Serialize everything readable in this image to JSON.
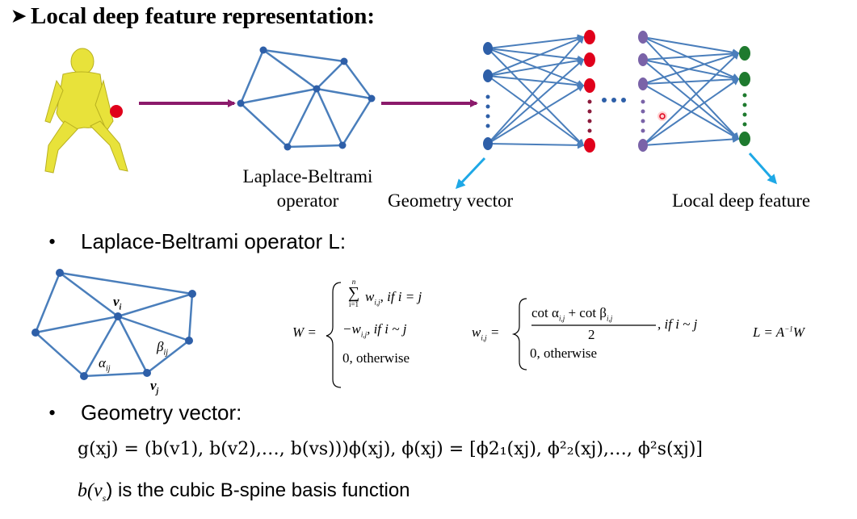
{
  "heading": "Local deep feature representation:",
  "top_diagram": {
    "laplace_caption_line1": "Laplace-Beltrami",
    "laplace_caption_line2": "operator",
    "geometry_vector_caption": "Geometry vector",
    "local_deep_feature_caption": "Local deep feature",
    "ellipsis": "•••",
    "colors": {
      "arrow": "#8B1A6B",
      "mesh": "#4A7EBB",
      "input_node": "#2E5FA8",
      "hidden_node": "#E0001B",
      "second_input_node": "#7A63A8",
      "output_node": "#1E7A2E",
      "pointer": "#1EA8E6",
      "figure": "#E8E23A"
    }
  },
  "laplace_section": {
    "bullet_text": "Laplace-Beltrami operator L:",
    "mesh_labels": {
      "vi": "v",
      "vi_sub": "i",
      "vj": "v",
      "vj_sub": "j",
      "alpha": "α",
      "alpha_sub": "ij",
      "beta": "β",
      "beta_sub": "ij"
    },
    "W_lhs": "W =",
    "W_case1_sum": "∑",
    "W_case1_sum_top": "n",
    "W_case1_sum_bottom": "i=1",
    "W_case1": "w",
    "W_case1_sub": "i,j",
    "W_case1_cond": ", if  i = j",
    "W_case2": "−w",
    "W_case2_sub": "i,j",
    "W_case2_cond": ", if  i ~ j",
    "W_case3": "0, otherwise",
    "w_lhs": "w",
    "w_lhs_sub": "i,j",
    "w_eq": "=",
    "w_numerator": "cot α",
    "w_numerator_sub1": "i,j",
    "w_numerator_mid": " + cot β",
    "w_numerator_sub2": "i,j",
    "w_denominator": "2",
    "w_case1_cond": ", if  i ~ j",
    "w_case2": "0, otherwise",
    "L_eq": "L = A",
    "L_sup": "−1",
    "L_tail": "W"
  },
  "geometry_section": {
    "bullet_text": "Geometry vector:",
    "formula": "g(xj) = (b(v1), b(v2),…, b(vs)))ϕ(xj),  ϕ(xj) = [ϕ2₁(xj), ϕ²₂(xj),…, ϕ²s(xj)]",
    "basis_prefix": "b(v",
    "basis_sub": "s",
    "basis_suffix": ") is the cubic B-spine basis function"
  }
}
